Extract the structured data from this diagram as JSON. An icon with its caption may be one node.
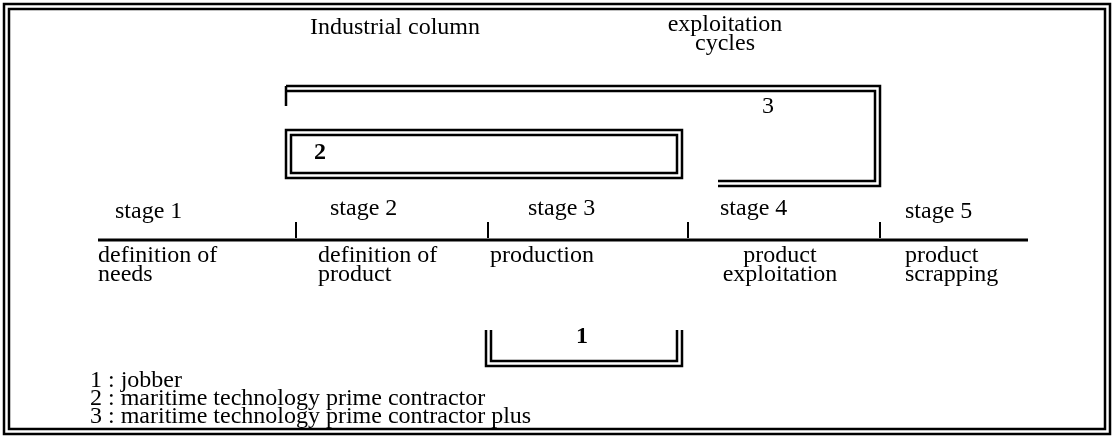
{
  "diagram": {
    "nodes": [
      {
        "text": [
          "3"
        ]
      },
      {
        "text": [
          "2"
        ],
        "in": 0
      },
      {
        "text": [
          "1"
        ]
      }
    ],
    "labels": [
      "Industrial column",
      "exploitation cycles",
      "stage 1",
      "stage 2",
      "stage 3",
      "stage 4",
      "stage 5",
      "definition of needs",
      "definition of product",
      "production",
      "product exploitation",
      "product scrapping",
      "1 : jobber",
      "2 : maritime technology prime contractor",
      "3 : maritime technology prime contractor plus"
    ]
  }
}
